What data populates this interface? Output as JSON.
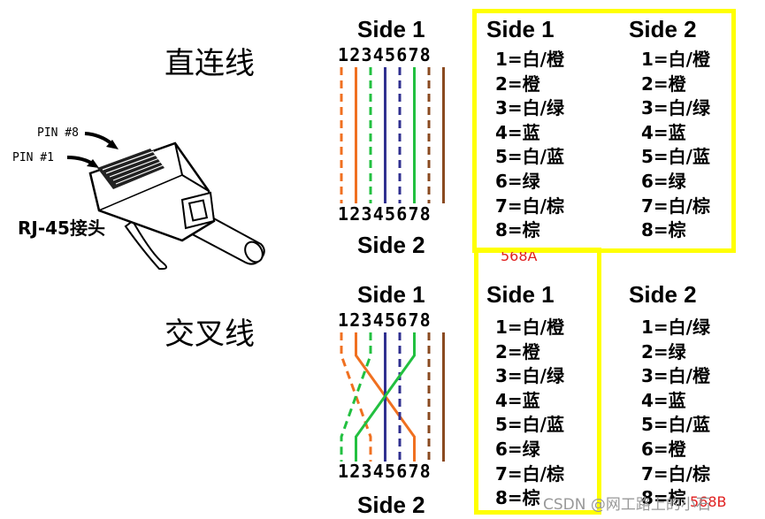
{
  "titles": {
    "straight": "直连线",
    "crossover": "交叉线"
  },
  "connector": {
    "label": "RJ-45接头",
    "pin8": "PIN #8",
    "pin1": "PIN #1"
  },
  "wire_diagrams": {
    "pin_numbers": "12345678",
    "side1": "Side 1",
    "side2": "Side 2"
  },
  "straight_table": {
    "side1_header": "Side 1",
    "side2_header": "Side 2",
    "side1_pins": [
      "1=白/橙",
      "2=橙",
      "3=白/绿",
      "4=蓝",
      "5=白/蓝",
      "6=绿",
      "7=白/棕",
      "8=棕"
    ],
    "side2_pins": [
      "1=白/橙",
      "2=橙",
      "3=白/绿",
      "4=蓝",
      "5=白/蓝",
      "6=绿",
      "7=白/棕",
      "8=棕"
    ],
    "standard": "568A"
  },
  "crossover_table": {
    "side1_header": "Side 1",
    "side2_header": "Side 2",
    "side1_pins": [
      "1=白/橙",
      "2=橙",
      "3=白/绿",
      "4=蓝",
      "5=白/蓝",
      "6=绿",
      "7=白/棕",
      "8=棕"
    ],
    "side2_pins": [
      "1=白/绿",
      "2=绿",
      "3=白/橙",
      "4=蓝",
      "5=白/蓝",
      "6=橙",
      "7=白/棕",
      "8=棕"
    ],
    "standard": "568B"
  },
  "watermark": {
    "text": "CSDN @网工路上的小石"
  },
  "colors": {
    "orange": "#f07020",
    "green": "#22c040",
    "blue": "#303090",
    "brown": "#8a4a20",
    "highlight": "#ffff00",
    "label_red": "#e02020"
  },
  "wires": [
    {
      "pin": 1,
      "color": "orange",
      "dashed": true
    },
    {
      "pin": 2,
      "color": "orange",
      "dashed": false
    },
    {
      "pin": 3,
      "color": "green",
      "dashed": true
    },
    {
      "pin": 4,
      "color": "blue",
      "dashed": false
    },
    {
      "pin": 5,
      "color": "blue",
      "dashed": true
    },
    {
      "pin": 6,
      "color": "green",
      "dashed": false
    },
    {
      "pin": 7,
      "color": "brown",
      "dashed": true
    },
    {
      "pin": 8,
      "color": "brown",
      "dashed": false
    }
  ],
  "crossover_map": [
    3,
    6,
    1,
    4,
    5,
    2,
    7,
    8
  ]
}
